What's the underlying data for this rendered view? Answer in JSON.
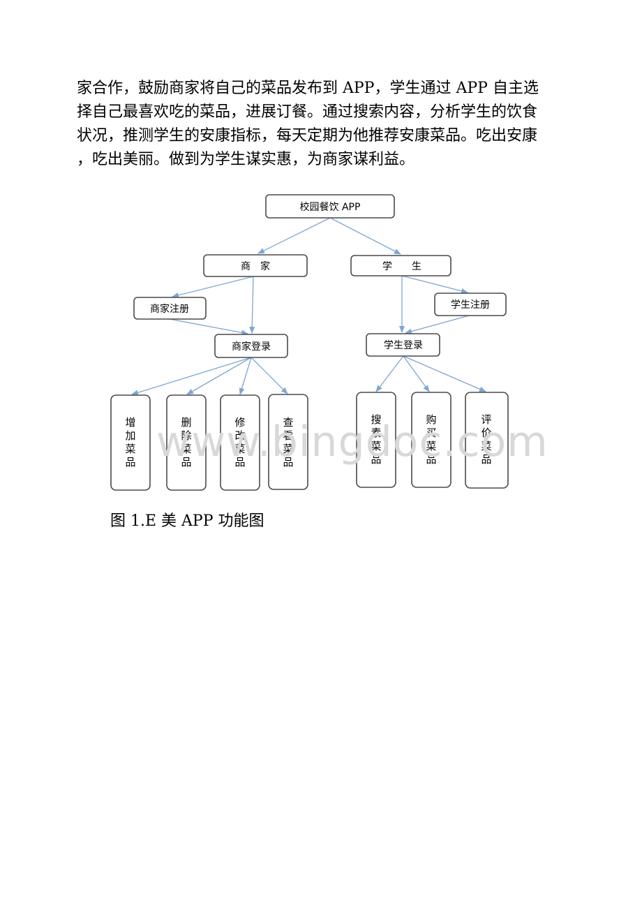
{
  "paragraph": {
    "lines": [
      "家合作，鼓励商家将自己的菜品发布到 APP，学生通过 APP 自主选",
      "择自己最喜欢吃的菜品，进展订餐。通过搜索内容，分析学生的饮食",
      "状况，推测学生的安康指标，每天定期为他推荐安康菜品。吃出安康",
      "，吃出美丽。做到为学生谋实惠，为商家谋利益。"
    ]
  },
  "diagram": {
    "root": "校园餐饮 APP",
    "merchant": {
      "label": "商　家",
      "register": "商家注册",
      "login": "商家登录",
      "functions": [
        [
          "增",
          "加",
          "菜",
          "品"
        ],
        [
          "删",
          "除",
          "菜",
          "品"
        ],
        [
          "修",
          "改",
          "菜",
          "品"
        ],
        [
          "查",
          "看",
          "菜",
          "品"
        ]
      ]
    },
    "student": {
      "label": "学　　生",
      "register": "学生注册",
      "login": "学生登录",
      "functions": [
        [
          "搜",
          "素",
          "菜",
          "品"
        ],
        [
          "购",
          "买",
          "菜",
          "品"
        ],
        [
          "评",
          "价",
          "菜",
          "品"
        ]
      ]
    }
  },
  "caption": "图 1.E 美 APP 功能图",
  "watermark": "www.bingdoc.com",
  "colors": {
    "arrow": "#7ea6d2",
    "box_border": "#4a4a4a",
    "watermark": "#d8d8d8"
  }
}
